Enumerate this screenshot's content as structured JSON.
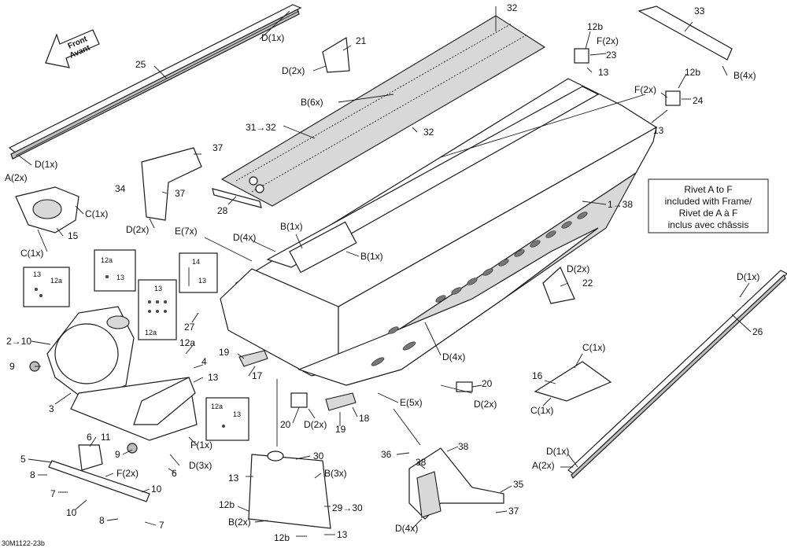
{
  "diagram": {
    "figure_id": "30M1122-23b",
    "front_arrow": {
      "line1": "Front",
      "line2": "Avant"
    },
    "note_box": {
      "lines": [
        "Rivet A to F",
        "included with Frame/",
        "Rivet de A à F",
        "inclus avec châssis"
      ]
    },
    "callouts": [
      "D(1x)",
      "25",
      "D(1x)",
      "A(2x)",
      "C(1x)",
      "15",
      "C(1x)",
      "37",
      "34",
      "37",
      "D(2x)",
      "28",
      "21",
      "D(2x)",
      "32",
      "B(6x)",
      "31→32",
      "32",
      "12b",
      "F(2x)",
      "23",
      "13",
      "33",
      "B(4x)",
      "12b",
      "F(2x)",
      "24",
      "13",
      "1→38",
      "E(7x)",
      "D(4x)",
      "B(1x)",
      "B(1x)",
      "12a",
      "13",
      "13",
      "12a",
      "14",
      "13",
      "13",
      "12a",
      "27",
      "2→10",
      "9",
      "3",
      "12a",
      "4",
      "13",
      "12a",
      "13",
      "6",
      "11",
      "9",
      "5",
      "8",
      "F(2x)",
      "7",
      "10",
      "10",
      "8",
      "7",
      "6",
      "D(3x)",
      "F(1x)",
      "19",
      "17",
      "19",
      "18",
      "20",
      "D(2x)",
      "20",
      "D(2x)",
      "E(5x)",
      "D(4x)",
      "D(2x)",
      "22",
      "16",
      "C(1x)",
      "C(1x)",
      "D(1x)",
      "26",
      "D(1x)",
      "A(2x)",
      "30",
      "13",
      "B(3x)",
      "29→30",
      "12b",
      "B(2x)",
      "12b",
      "13",
      "36",
      "38",
      "38",
      "35",
      "D(4x)",
      "37"
    ]
  }
}
